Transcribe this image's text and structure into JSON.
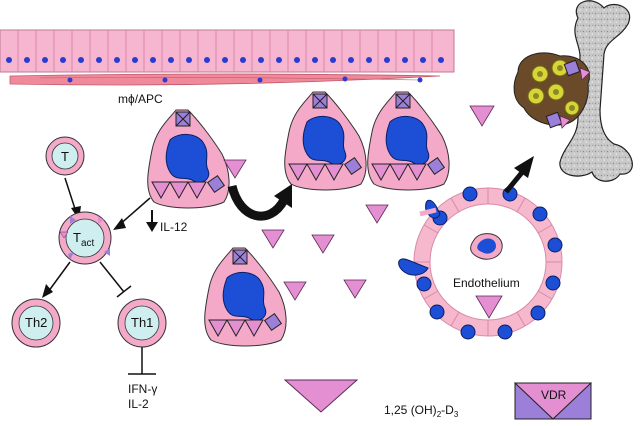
{
  "labels": {
    "macrophage": "mϕ/APC",
    "il12": "IL-12",
    "t_cell": "T",
    "t_act_main": "T",
    "t_act_sub": "act",
    "th2": "Th2",
    "th1": "Th1",
    "ifn": "IFN-γ",
    "il2": "IL-2",
    "endothelium": "Endothelium",
    "legend_d3_prefix": "1,25 (OH)",
    "legend_d3_sub1": "2",
    "legend_d3_mid": "-D",
    "legend_d3_sub2": "3",
    "vdr": "VDR"
  },
  "colors": {
    "pink_cell": "#f4a9c8",
    "blue_nucleus": "#1c4fd6",
    "light_cyan": "#cfeef0",
    "triangle_pink": "#e58fd3",
    "endothelium_ring": "#f6b8cc",
    "bone_gray": "#c8c8c8",
    "marrow_brown": "#6b4a2a",
    "vdr_purple": "#9b7fd8"
  },
  "icons": [
    "epithelium-layer",
    "macrophage-apc-cell",
    "curved-arrow",
    "bone-icon",
    "t-cell",
    "blood-vessel"
  ]
}
